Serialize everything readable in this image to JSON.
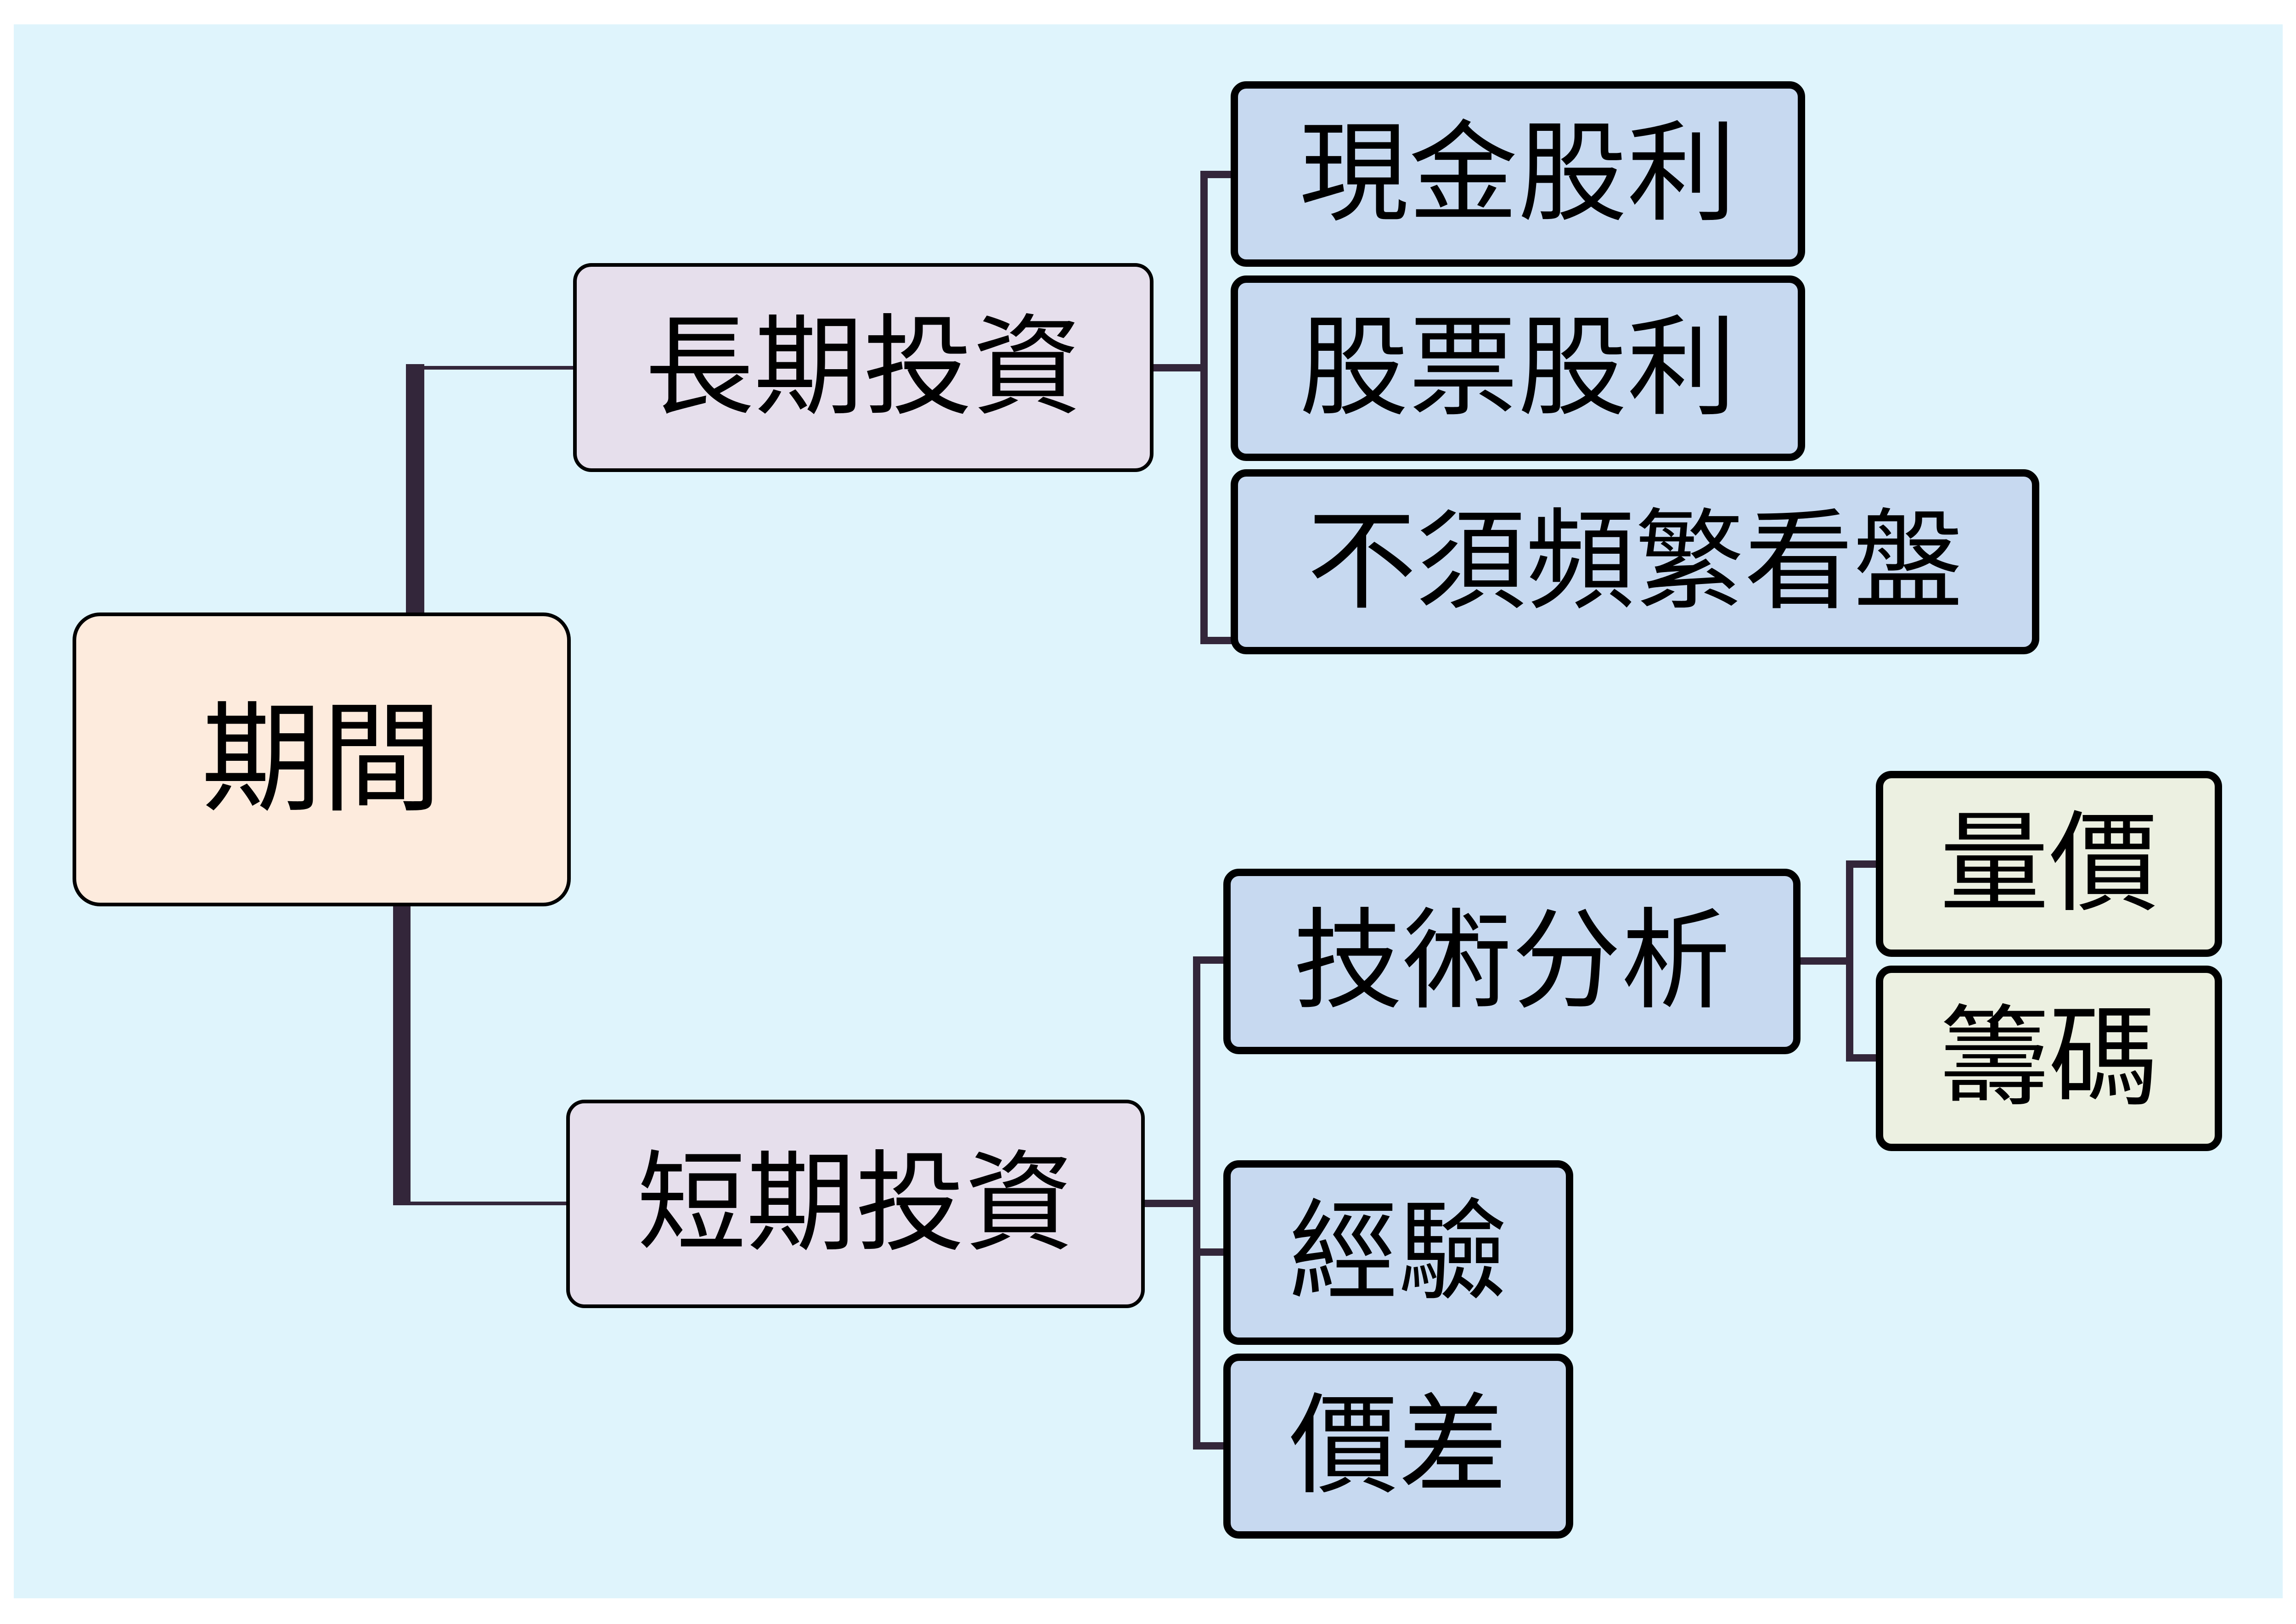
{
  "diagram": {
    "type": "mind-map",
    "colors": {
      "background": "#DFF4FC",
      "connector": "#33263A",
      "root_fill": "#FDEBDD",
      "level1_fill": "#E6DFEC",
      "level2_fill": "#C7D9F0",
      "level3_fill": "#ECF0E1"
    },
    "root": {
      "label": "期間"
    },
    "branches": [
      {
        "label": "長期投資",
        "children": [
          {
            "label": "現金股利"
          },
          {
            "label": "股票股利"
          },
          {
            "label": "不須頻繁看盤"
          }
        ]
      },
      {
        "label": "短期投資",
        "children": [
          {
            "label": "技術分析",
            "children": [
              {
                "label": "量價"
              },
              {
                "label": "籌碼"
              }
            ]
          },
          {
            "label": "經驗"
          },
          {
            "label": "價差"
          }
        ]
      }
    ]
  }
}
